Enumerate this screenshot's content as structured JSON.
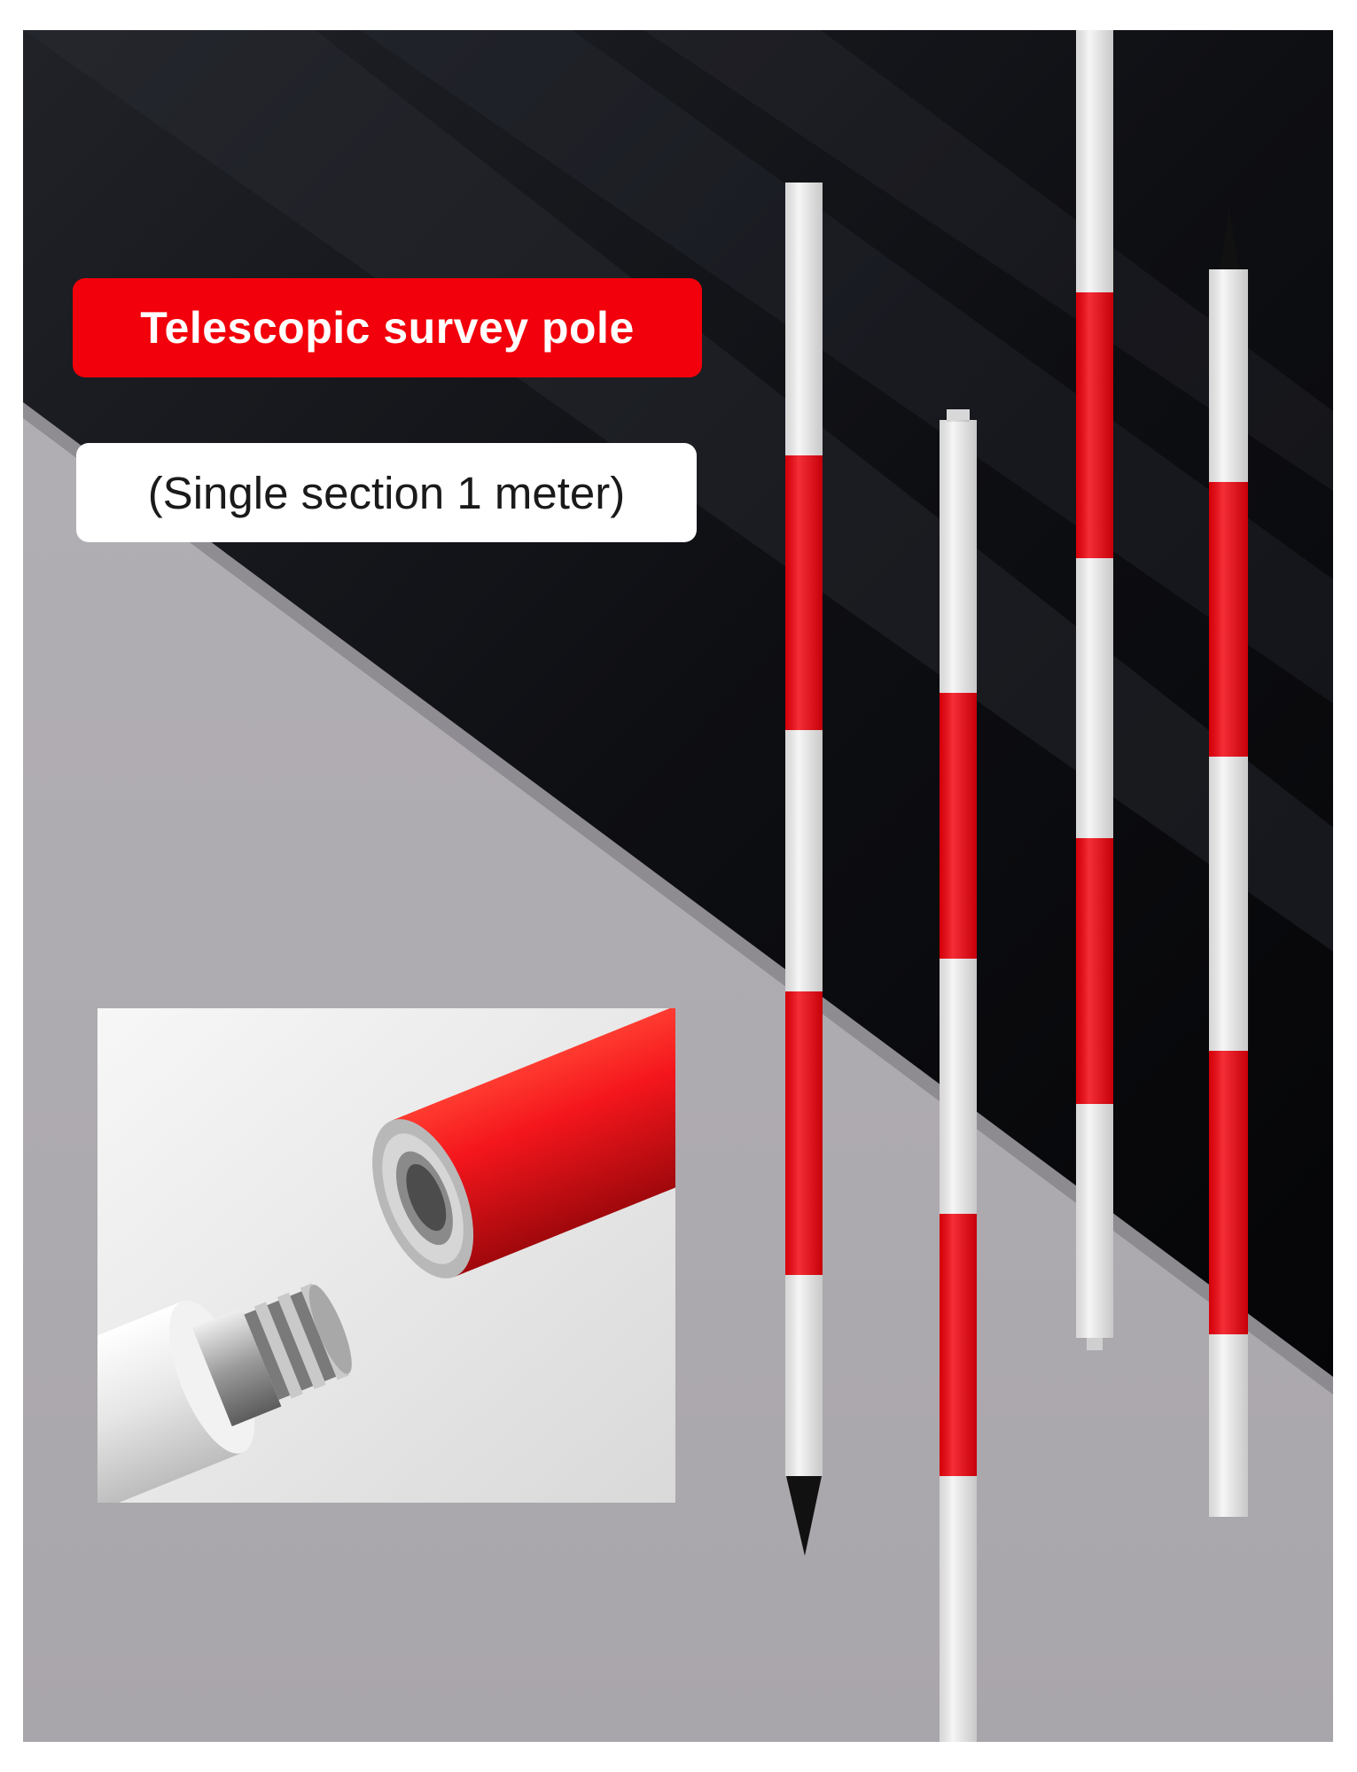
{
  "title": "Telescopic survey pole",
  "subtitle": "(Single section 1 meter)",
  "colors": {
    "accent_red": "#f2000b",
    "pole_white": "#f4f4f4",
    "background_dark": "#0d0e12",
    "background_gray": "#aeabb0"
  },
  "images": {
    "detail": "close-up of threaded pole joint",
    "poles": "four red-and-white striped survey pole sections"
  }
}
